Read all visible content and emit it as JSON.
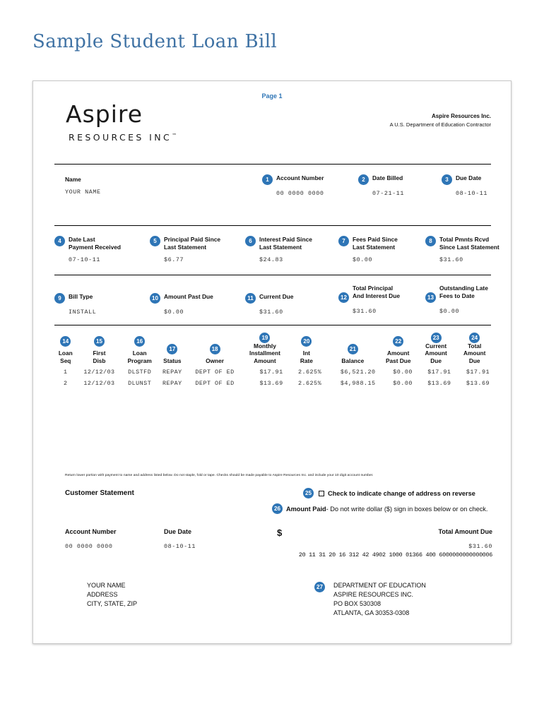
{
  "page_title": "Sample Student Loan Bill",
  "document": {
    "page_label": "Page 1",
    "logo": {
      "main": "Aspire",
      "sub": "RESOURCES INC",
      "tm": "™"
    },
    "company": {
      "name": "Aspire Resources Inc.",
      "tagline": "A U.S. Department of Education Contractor"
    },
    "section_name_row": {
      "name_label": "Name",
      "name_value": "YOUR NAME",
      "fields": [
        {
          "num": "1",
          "label_line1": "Account Number",
          "label_line2": "",
          "value": "00 0000 0000"
        },
        {
          "num": "2",
          "label_line1": "Date Billed",
          "label_line2": "",
          "value": "07-21-11"
        },
        {
          "num": "3",
          "label_line1": "Due Date",
          "label_line2": "",
          "value": "08-10-11"
        }
      ]
    },
    "section_payments": [
      {
        "num": "4",
        "label_line1": "Date Last",
        "label_line2": "Payment Received",
        "value": "07-10-11"
      },
      {
        "num": "5",
        "label_line1": "Principal Paid Since",
        "label_line2": "Last Statement",
        "value": "$6.77"
      },
      {
        "num": "6",
        "label_line1": "Interest Paid Since",
        "label_line2": "Last Statement",
        "value": "$24.83"
      },
      {
        "num": "7",
        "label_line1": "Fees Paid Since",
        "label_line2": "Last Statement",
        "value": "$0.00"
      },
      {
        "num": "8",
        "label_line1": "Total Pmnts Rcvd",
        "label_line2": "Since Last Statement",
        "value": "$31.60"
      }
    ],
    "section_due": [
      {
        "num": "9",
        "label_line1": "Bill Type",
        "label_line2": "",
        "value": "INSTALL"
      },
      {
        "num": "10",
        "label_line1": "Amount Past Due",
        "label_line2": "",
        "value": "$0.00"
      },
      {
        "num": "11",
        "label_line1": "Current Due",
        "label_line2": "",
        "value": "$31.60"
      },
      {
        "num": "12",
        "label_line1": "Total Principal",
        "label_line2": "And Interest Due",
        "value": "$31.60"
      },
      {
        "num": "13",
        "label_line1": "Outstanding Late",
        "label_line2": "Fees to Date",
        "value": "$0.00"
      }
    ],
    "loan_table": {
      "columns": [
        {
          "num": "14",
          "line1": "Loan",
          "line2": "Seq"
        },
        {
          "num": "15",
          "line1": "First",
          "line2": "Disb"
        },
        {
          "num": "16",
          "line1": "Loan",
          "line2": "Program"
        },
        {
          "num": "17",
          "line1": "Status",
          "line2": ""
        },
        {
          "num": "18",
          "line1": "Owner",
          "line2": ""
        },
        {
          "num": "19",
          "line1": "Monthly",
          "line2": "Installment",
          "line3": "Amount"
        },
        {
          "num": "20",
          "line1": "Int",
          "line2": "Rate"
        },
        {
          "num": "21",
          "line1": "Balance",
          "line2": ""
        },
        {
          "num": "22",
          "line1": "Amount",
          "line2": "Past Due"
        },
        {
          "num": "23",
          "line1": "Current",
          "line2": "Amount",
          "line3": "Due"
        },
        {
          "num": "24",
          "line1": "Total",
          "line2": "Amount",
          "line3": "Due"
        }
      ],
      "rows": [
        {
          "seq": "1",
          "first_disb": "12/12/03",
          "program": "DLSTFD",
          "status": "REPAY",
          "owner": "DEPT OF ED",
          "monthly": "$17.91",
          "rate": "2.625%",
          "balance": "$6,521.20",
          "past_due": "$0.00",
          "current_due": "$17.91",
          "total_due": "$17.91"
        },
        {
          "seq": "2",
          "first_disb": "12/12/03",
          "program": "DLUNST",
          "status": "REPAY",
          "owner": "DEPT OF ED",
          "monthly": "$13.69",
          "rate": "2.625%",
          "balance": "$4,988.15",
          "past_due": "$0.00",
          "current_due": "$13.69",
          "total_due": "$13.69"
        }
      ]
    },
    "stub": {
      "return_note": "Return lower portion with payment to name and address listed below. Do not staple, fold or tape. Checks should be made payable to Aspire Resources Inc. and include your 10 digit account number.",
      "customer_statement": "Customer Statement",
      "change_address": {
        "num": "25",
        "text": "Check to indicate change of address on reverse"
      },
      "amount_paid": {
        "num": "26",
        "strong": "Amount Paid",
        "rest": " - Do not write dollar ($) sign in boxes below or on check."
      },
      "account_number_label": "Account Number",
      "account_number_value": "00 0000 0000",
      "due_date_label": "Due Date",
      "due_date_value": "08-10-11",
      "dollar_sign": "$",
      "total_amount_due_label": "Total Amount Due",
      "total_amount_due_value": "$31.60",
      "scanline": "20 11 31 20 16 312 42 4902 1000 01366 400 6000000000000006",
      "payer_address": {
        "line1": "YOUR NAME",
        "line2": "ADDRESS",
        "line3": "CITY, STATE, ZIP"
      },
      "remit_badge": "27",
      "remit_address": {
        "line1": "DEPARTMENT OF EDUCATION",
        "line2": "ASPIRE RESOURCES INC.",
        "line3": "PO BOX 530308",
        "line4": "ATLANTA, GA 30353-0308"
      }
    }
  },
  "colors": {
    "accent": "#2e75b6",
    "title": "#3f72a4",
    "text": "#111111",
    "value": "#333333"
  }
}
